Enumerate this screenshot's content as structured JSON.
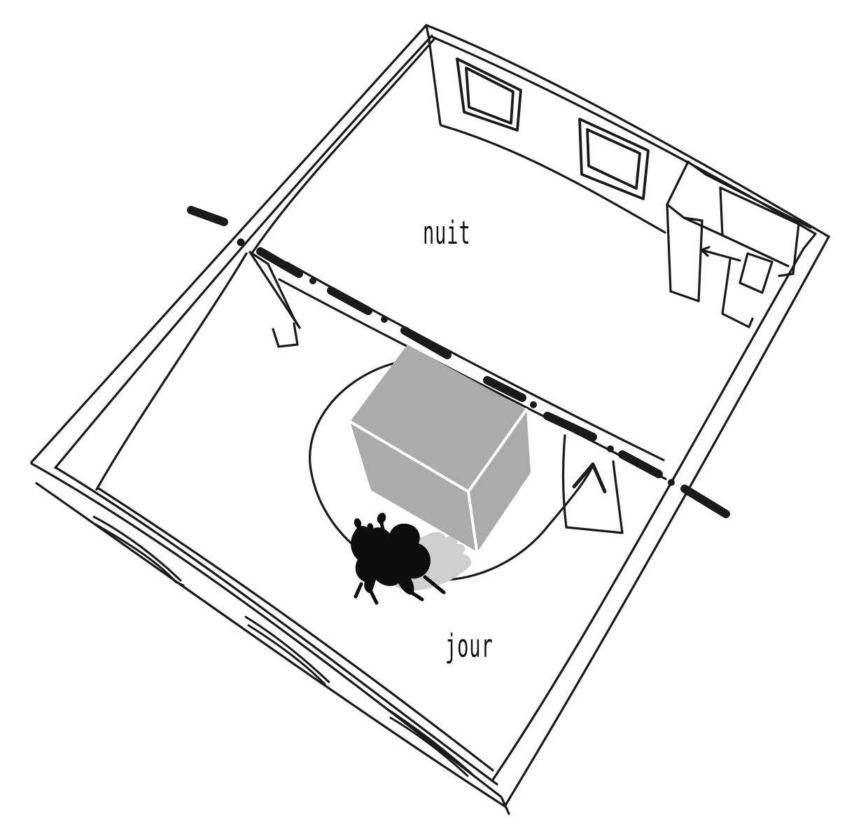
{
  "sketch": {
    "title": "hand-drawn axonometric apartment plan sketch",
    "labels": {
      "night": "nuit",
      "day": "jour"
    },
    "colors": {
      "background": "#ffffff",
      "ink": "#1a1a1a",
      "volume": "#ababab",
      "volume_edge": "#ffffff",
      "shadow": "#cfcfcf",
      "figure": "#0d0d0d",
      "label_text": "#111111"
    }
  }
}
